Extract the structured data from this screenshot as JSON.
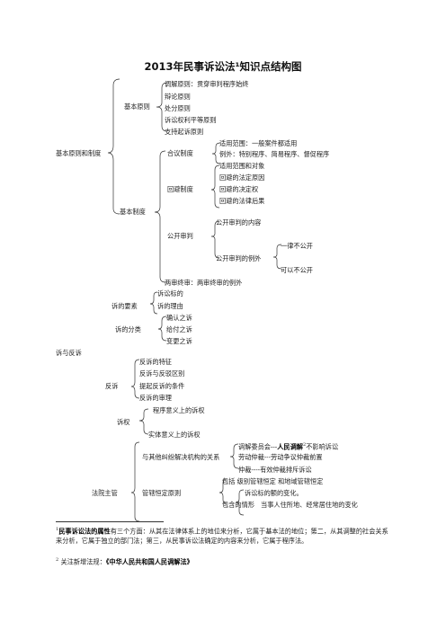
{
  "title": "2013年民事诉讼法¹知识点结构图",
  "basic": {
    "root": "基本原则和制度",
    "principles_label": "基本原则",
    "principles": [
      "调解原则：贯穿审判程序始终",
      "辩论原则",
      "处分原则",
      "诉讼权利平等原则",
      "支持起诉原则"
    ],
    "system_label": "基本制度",
    "collegial_label": "合议制度",
    "collegial_items": [
      "适用范围：一般案件都适用",
      "例外：特别程序、简易程序、督促程序"
    ],
    "recusal_label": "回避制度",
    "recusal_items": [
      "适用范围和对象",
      "回避的法定原因",
      "回避的决定权",
      "回避的法律后果"
    ],
    "public_label": "公开审判",
    "public_content": "公开审判的内容",
    "public_exception": "公开审判的例外",
    "must_not": "一律不公开",
    "may_not": "可以不公开",
    "two_instance": "两审终审：两审终审的例外"
  },
  "suit": {
    "elements_label": "诉的要素",
    "elements": [
      "诉讼标的",
      "诉的理由"
    ],
    "types_label": "诉的分类",
    "types": [
      "确认之诉",
      "给付之诉",
      "变更之诉"
    ],
    "root": "诉与反诉",
    "counter_label": "反诉",
    "counter_items": [
      "反诉的特征",
      "反诉与反驳区别",
      "提起反诉的条件",
      "反诉的审理"
    ],
    "procedural_right": "程序意义上的诉权",
    "right_label": "诉权",
    "substantive_right": "实体意义上的诉权"
  },
  "jurisdiction": {
    "mediation": "调解委员会---",
    "mediation_bold": "人民调解",
    "mediation_sup": "2",
    "mediation_tail": "不影响诉讼",
    "relation_label": "与其他纠纷解决机构的关系",
    "labor": "劳动仲裁---劳动争议仲裁前置",
    "arbitration": "仲裁----有效仲裁排斥诉讼",
    "root": "法院主管",
    "fixed_label": "管辖恒定原则",
    "fixed_items": [
      "包括  级别管辖恒定    和地域管辖恒定",
      "诉讼标的额的变化。"
    ],
    "excluded_label": "包含的情形",
    "excluded_tail": "当事人住所地、经常居住地的变化"
  },
  "footnotes": {
    "fn1_num": "1",
    "fn1_bold": "民事诉讼法的属性",
    "fn1_text": "有三个方面：从其在法律体系上的地位来分析，它属于基本法的地位；第二，从其调整的社会关系来分析，它属于独立的部门法；第三，从民事诉讼法确定的内容来分析，它属于程序法。",
    "fn2_num": "2",
    "fn2_prefix": "关注新增法规：",
    "fn2_bold": "《中华人民共和国人民调解法》"
  }
}
